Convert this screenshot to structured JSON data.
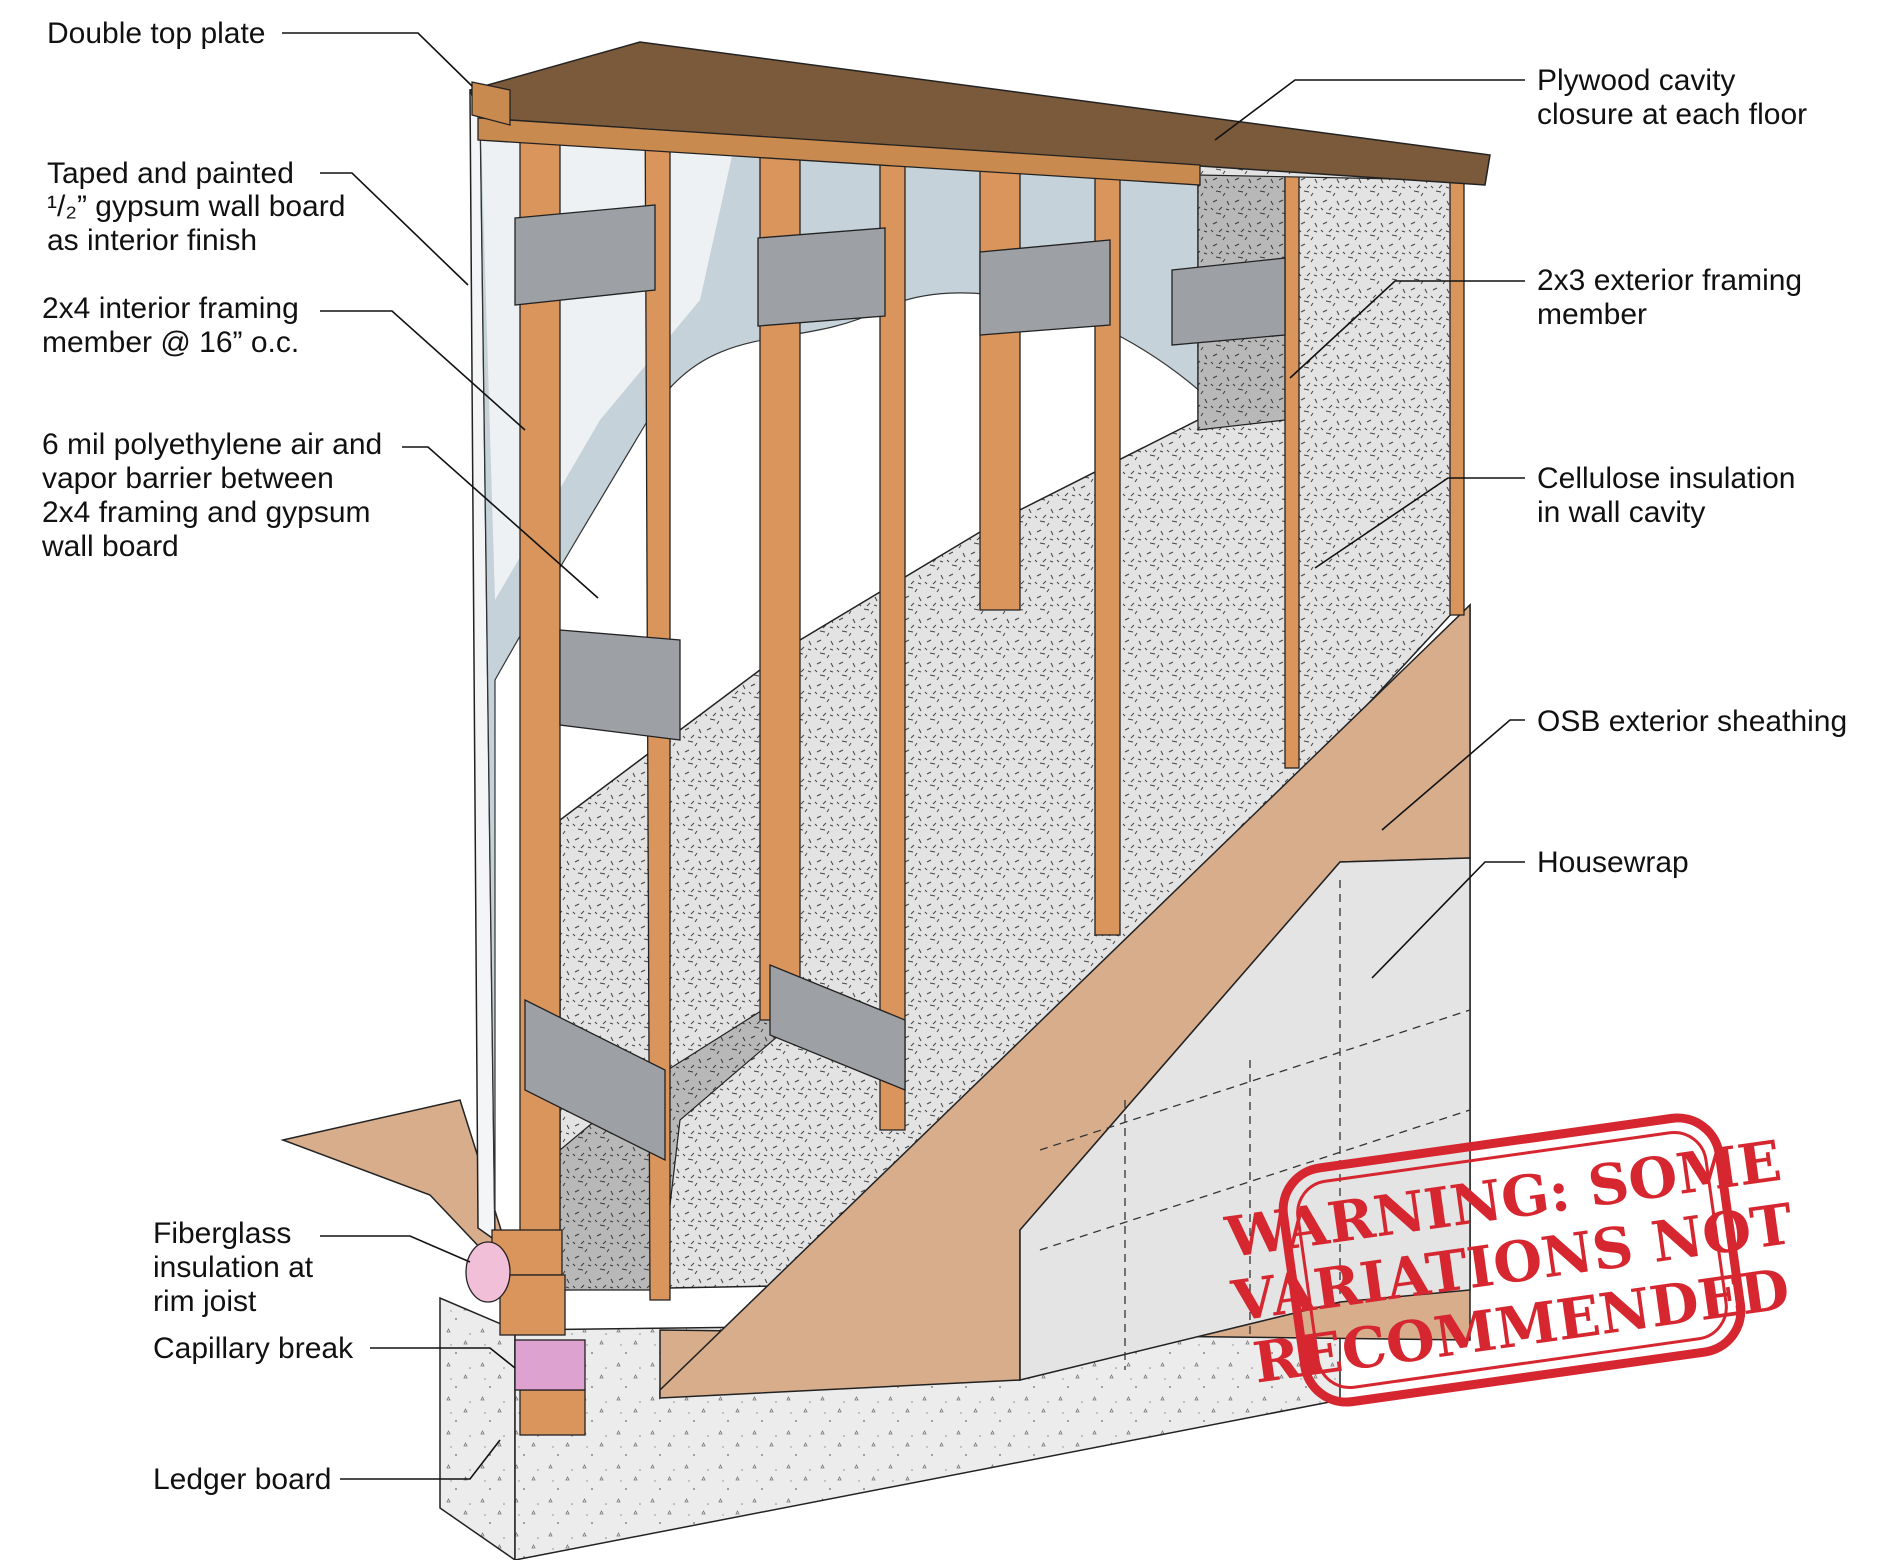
{
  "labels": {
    "double_top_plate": "Double top plate",
    "gypsum": [
      "Taped and painted",
      "¹/₂” gypsum wall board",
      "as interior finish"
    ],
    "interior_framing": [
      "2x4 interior framing",
      "member @ 16” o.c."
    ],
    "vapor_barrier": [
      "6 mil polyethylene air and",
      "vapor barrier between",
      "2x4 framing and gypsum",
      "wall board"
    ],
    "fiberglass": [
      "Fiberglass",
      "insulation at",
      "rim joist"
    ],
    "capillary_break": "Capillary break",
    "ledger_board": "Ledger board",
    "plywood_closure": [
      "Plywood cavity",
      "closure at each floor"
    ],
    "exterior_framing": [
      "2x3 exterior framing",
      "member"
    ],
    "cellulose": [
      "Cellulose insulation",
      "in wall cavity"
    ],
    "osb": "OSB exterior sheathing",
    "housewrap": "Housewrap"
  },
  "stamp": {
    "lines": [
      "WARNING: SOME",
      "VARIATIONS NOT",
      "RECOMMENDED"
    ],
    "color": "#d6262f"
  },
  "colors": {
    "stud": "#d9955c",
    "plate": "#c98a50",
    "top_board": "#7a5a3a",
    "gypsum": "#eef1f3",
    "poly": "#bccbd3",
    "cellulose": "#e3e3e3",
    "osb": "#d8ad8c",
    "housewrap": "#e4e4e4",
    "concrete": "#ececec",
    "steel_plate": "#9da0a4",
    "fiberglass": "#f2bfd8",
    "capillary": "#dda2cf"
  }
}
